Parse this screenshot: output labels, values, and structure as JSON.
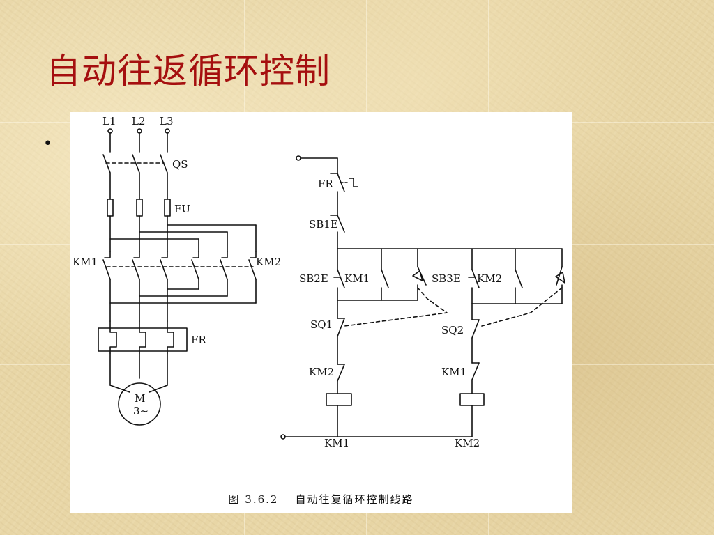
{
  "slide": {
    "title": "自动往返循环控制",
    "bullet_icon": "•"
  },
  "figure": {
    "caption_number": "图 3.6.2",
    "caption_text": "自动往复循环控制线路",
    "labels": {
      "l1": "L1",
      "l2": "L2",
      "l3": "L3",
      "qs": "QS",
      "fu": "FU",
      "km1_main": "KM1",
      "km2_main": "KM2",
      "fr_main": "FR",
      "motor_m": "M",
      "motor_phase": "3~",
      "fr_ctrl": "FR",
      "sb1": "SB1E",
      "sb2": "SB2E",
      "km1_aux": "KM1",
      "sb3": "SB3E",
      "km2_aux": "KM2",
      "sq1": "SQ1",
      "sq2": "SQ2",
      "km2_int": "KM2",
      "km1_int": "KM1",
      "km1_coil": "KM1",
      "km2_coil": "KM2"
    }
  },
  "colors": {
    "title": "#a50f0f",
    "background": "#e8d6a6",
    "figure_bg": "#ffffff",
    "ink": "#111111"
  }
}
